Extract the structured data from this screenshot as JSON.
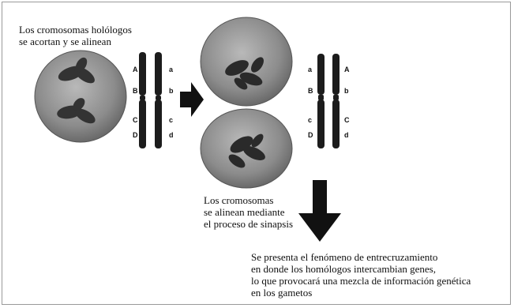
{
  "captions": {
    "step1": "Los cromosomas holólogos\nse acortan y se alinean",
    "step2": "Los cromosomas\nse alinean mediante\nel proceso de sinapsis",
    "step3": "Se presenta el fenómeno de entrecruzamiento\nen donde los homólogos intercambian genes,\nlo que provocará una mezcla de información genética\nen los gametos"
  },
  "chromosome_labels_1": {
    "left": [
      "A",
      "B",
      "C",
      "D"
    ],
    "right": [
      "a",
      "b",
      "c",
      "d"
    ]
  },
  "chromosome_labels_2": {
    "left": [
      "a",
      "B",
      "c",
      "D"
    ],
    "right": [
      "A",
      "b",
      "C",
      "d"
    ]
  },
  "colors": {
    "cell_fill": "#8a8a8a",
    "chromosome": "#1c1c1c",
    "arrow": "#111111",
    "frame": "#9a9a9a"
  }
}
